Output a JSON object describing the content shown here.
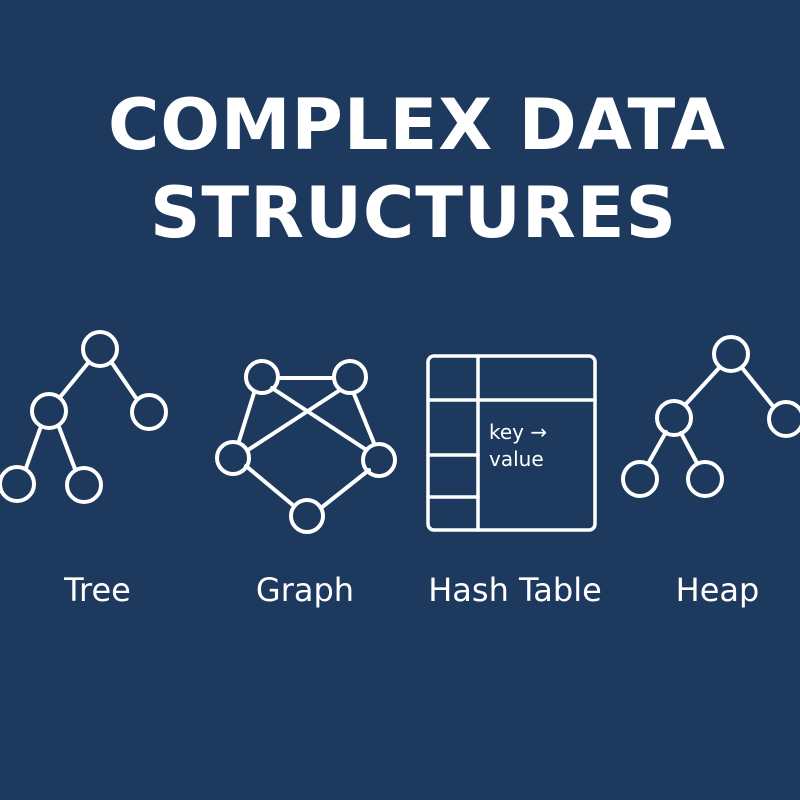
{
  "title": {
    "line1": "COMPLEX DATA",
    "line2": "STRUCTURES"
  },
  "diagrams": {
    "tree": {
      "label": "Tree"
    },
    "graph": {
      "label": "Graph"
    },
    "hash_table": {
      "label": "Hash Table",
      "key_text": "key →",
      "value_text": "value"
    },
    "heap": {
      "label": "Heap"
    }
  },
  "colors": {
    "background": "#1d3a5e",
    "foreground": "#ffffff"
  }
}
